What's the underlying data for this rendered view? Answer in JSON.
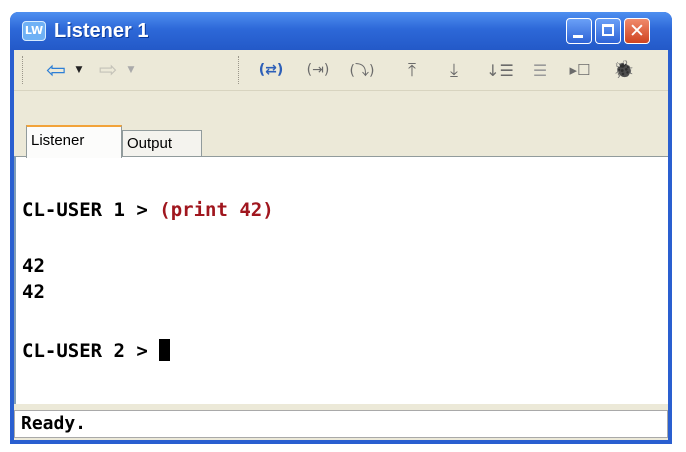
{
  "window": {
    "title": "Listener 1",
    "app_icon_text": "LW",
    "controls": {
      "minimize": "",
      "maximize": "",
      "close": "✕"
    }
  },
  "toolbar": {
    "back_icon": "⇦",
    "forward_icon": "⇨",
    "dropdown_icon": "▼",
    "tools": [
      {
        "name": "evaluate-icon",
        "glyph": "(⇄)"
      },
      {
        "name": "step-over-icon",
        "glyph": "(⇥)"
      },
      {
        "name": "step-into-icon",
        "glyph": "(⤵)"
      },
      {
        "name": "top-of-stack-icon",
        "glyph": "⤒"
      },
      {
        "name": "bottom-of-stack-icon",
        "glyph": "⤓"
      },
      {
        "name": "list-down-icon",
        "glyph": "↓☰"
      },
      {
        "name": "list-icon",
        "glyph": "☰"
      },
      {
        "name": "insert-form-icon",
        "glyph": "▸☐"
      },
      {
        "name": "bug-icon",
        "glyph": "🐞"
      }
    ]
  },
  "tabs": [
    {
      "label": "Listener",
      "active": true
    },
    {
      "label": "Output",
      "active": false
    }
  ],
  "listener": {
    "prompt1": "CL-USER 1 > ",
    "input1": "(print 42)",
    "output1": "42",
    "output2": "42",
    "prompt2": "CL-USER 2 > "
  },
  "status": {
    "text": "Ready."
  }
}
